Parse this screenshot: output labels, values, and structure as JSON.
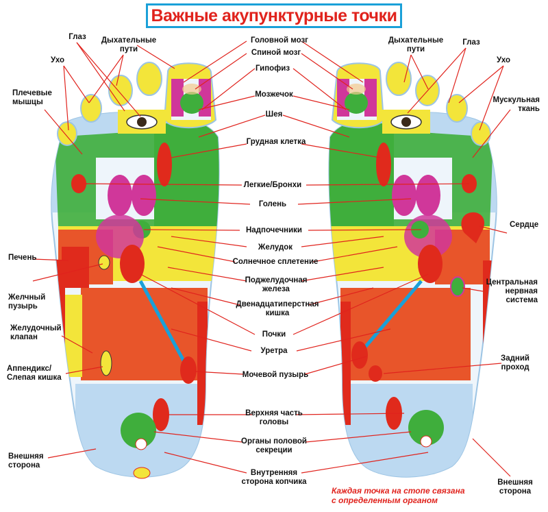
{
  "title": "Важные акупунктурные точки",
  "colors": {
    "title_text": "#e0231d",
    "title_border": "#1aa0d8",
    "leader_lines": "#e0231d",
    "green_zone": "#3fae3c",
    "yellow_zone": "#f3e53a",
    "magenta_zone": "#d0379a",
    "red_zone": "#e02a1c",
    "orange_zone": "#e8552a",
    "blue_zone": "#bcd9f1"
  },
  "icons": {
    "eye": "eye-icon",
    "heart": "heart-icon",
    "lungs": "lungs-icon",
    "kidney": "kidney-icon",
    "brain": "brain-icon"
  },
  "labels": {
    "glaz_left": "Глаз",
    "dyh_left": "Дыхательные\nпути",
    "uho_left": "Ухо",
    "plech": "Плечевые\nмышцы",
    "pechen": "Печень",
    "zhelch": "Желчный\nпузырь",
    "zhel_klapan": "Желудочный\nклапан",
    "appendix": "Аппендикс/\nСлепая кишка",
    "vnesh_left": "Внешняя\nсторона",
    "golov_mozg": "Головной мозг",
    "spin_mozg": "Спиной мозг",
    "gipofiz": "Гипофиз",
    "mozzhechok": "Мозжечок",
    "sheya": "Шея",
    "grud_kletka": "Грудная клетка",
    "legkie": "Легкие/Бронхи",
    "golen": "Голень",
    "nadpoch": "Надпочечники",
    "zheludok": "Желудок",
    "soln_spl": "Солнечное сплетение",
    "podzhel": "Поджелудочная\nжелеза",
    "dvenadc": "Двенадцатиперстная\nкишка",
    "pochki": "Почки",
    "uretra": "Уретра",
    "mochevoy": "Мочевой пузырь",
    "verh_golovy": "Верхняя часть\nголовы",
    "organy": "Органы половой\nсекреции",
    "vnutr_kopch": "Внутренняя\nсторона копчика",
    "dyh_right": "Дыхательные\nпути",
    "glaz_right": "Глаз",
    "uho_right": "Ухо",
    "muskul": "Мускульная\nткань",
    "serdce": "Сердце",
    "centr_nerv": "Центральная\nнервная\nсистема",
    "zadniy": "Задний\nпроход",
    "vnesh_right": "Внешняя\nсторона"
  },
  "note": "Каждая точка на стопе связана\nс определенным органом"
}
